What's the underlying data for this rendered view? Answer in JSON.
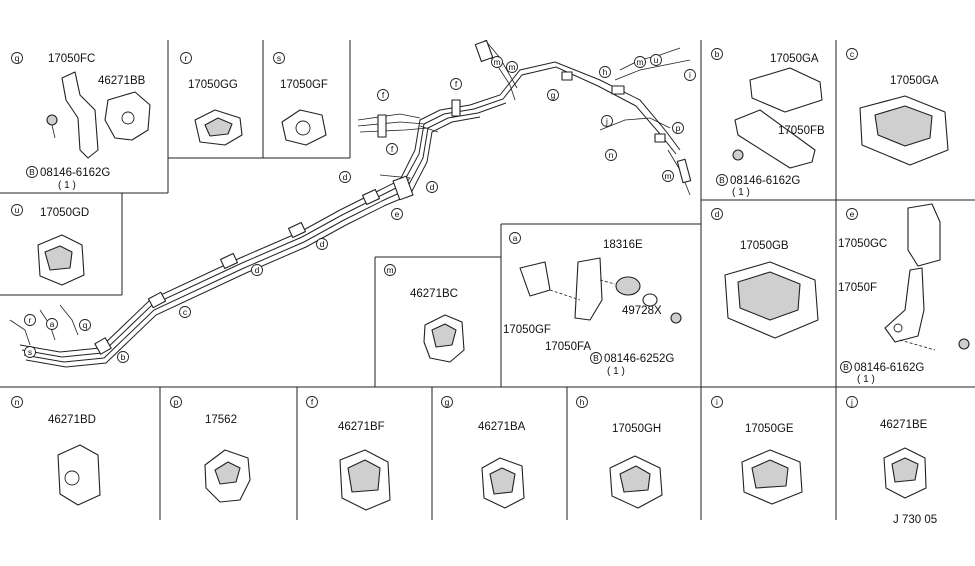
{
  "diagram_id": "J 730 05",
  "callouts": {
    "a": "a",
    "b": "b",
    "c": "c",
    "d": "d",
    "e": "e",
    "f": "f",
    "g": "g",
    "h": "h",
    "i": "i",
    "j": "j",
    "m": "m",
    "n": "n",
    "p": "p",
    "q": "q",
    "r": "r",
    "s": "s",
    "u": "u"
  },
  "bolt_marker": "B",
  "panels": {
    "q": {
      "parts": [
        "17050FC",
        "46271BB"
      ],
      "bolt": "08146-6162G",
      "qty": "( 1 )"
    },
    "r": {
      "parts": [
        "17050GG"
      ]
    },
    "s": {
      "parts": [
        "17050GF"
      ]
    },
    "u": {
      "parts": [
        "17050GD"
      ]
    },
    "m": {
      "parts": [
        "46271BC"
      ]
    },
    "a": {
      "parts": [
        "18316E",
        "17050GF",
        "17050FA",
        "49728X"
      ],
      "bolt": "08146-6252G",
      "qty": "( 1 )"
    },
    "b": {
      "parts": [
        "17050GA",
        "17050FB"
      ],
      "bolt": "08146-6162G",
      "qty": "( 1 )"
    },
    "c": {
      "parts": [
        "17050GA"
      ]
    },
    "d": {
      "parts": [
        "17050GB"
      ]
    },
    "e": {
      "parts": [
        "17050GC",
        "17050F"
      ],
      "bolt": "08146-6162G",
      "qty": "( 1 )"
    },
    "n": {
      "parts": [
        "46271BD"
      ]
    },
    "p": {
      "parts": [
        "17562"
      ]
    },
    "f": {
      "parts": [
        "46271BF"
      ]
    },
    "g": {
      "parts": [
        "46271BA"
      ]
    },
    "h": {
      "parts": [
        "17050GH"
      ]
    },
    "i": {
      "parts": [
        "17050GE"
      ]
    },
    "j": {
      "parts": [
        "46271BE"
      ]
    }
  }
}
